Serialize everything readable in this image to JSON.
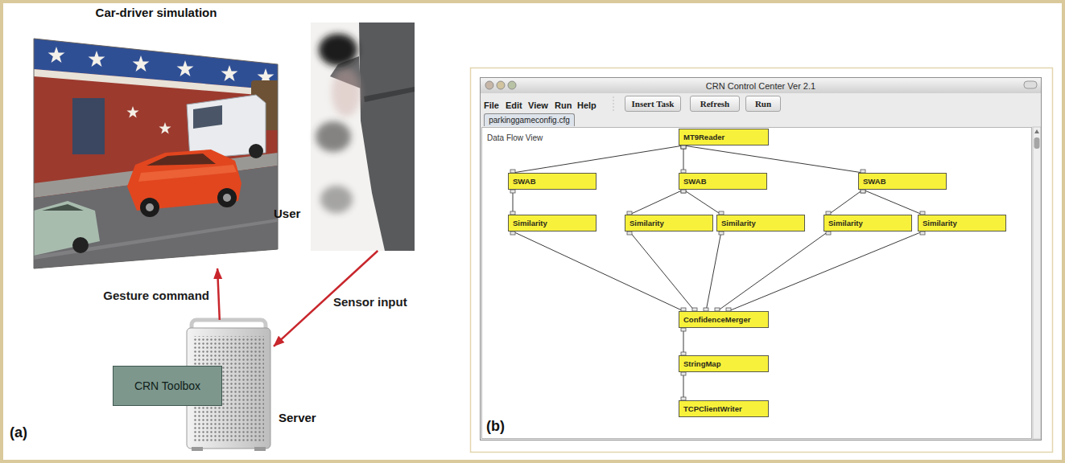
{
  "diagram": {
    "nodes": [
      {
        "text": [
          "Car-driver simulation"
        ]
      },
      {
        "text": [
          "User"
        ]
      },
      {
        "text": [
          "Server"
        ]
      },
      {
        "text": [
          "CRN Toolbox"
        ],
        "in": 2
      },
      {
        "text": [
          "CRN Control Center Ver 2.1"
        ]
      },
      {
        "text": [
          "Insert Task"
        ],
        "in": 4
      },
      {
        "text": [
          "Refresh"
        ],
        "in": 4
      },
      {
        "text": [
          "Run"
        ],
        "in": 4
      },
      {
        "text": [
          "parkinggameconfig.cfg"
        ],
        "in": 4
      },
      {
        "text": [
          "Data Flow View"
        ],
        "in": 4
      },
      {
        "text": [
          "MT9Reader"
        ],
        "in": 9
      },
      {
        "text": [
          "SWAB"
        ],
        "in": 9
      },
      {
        "text": [
          "SWAB"
        ],
        "in": 9
      },
      {
        "text": [
          "SWAB"
        ],
        "in": 9
      },
      {
        "text": [
          "Similarity"
        ],
        "in": 9
      },
      {
        "text": [
          "Similarity"
        ],
        "in": 9
      },
      {
        "text": [
          "Similarity"
        ],
        "in": 9
      },
      {
        "text": [
          "Similarity"
        ],
        "in": 9
      },
      {
        "text": [
          "Similarity"
        ],
        "in": 9
      },
      {
        "text": [
          "ConfidenceMerger"
        ],
        "in": 9
      },
      {
        "text": [
          "StringMap"
        ],
        "in": 9
      },
      {
        "text": [
          "TCPClientWriter"
        ],
        "in": 9
      }
    ],
    "edges": [
      {
        "from": 2,
        "to": 0,
        "arrow": "to",
        "label": "Gesture command"
      },
      {
        "from": 1,
        "to": 2,
        "arrow": "to",
        "label": "Sensor input"
      },
      {
        "from": 10,
        "to": 11,
        "arrow": "none"
      },
      {
        "from": 10,
        "to": 12,
        "arrow": "none"
      },
      {
        "from": 10,
        "to": 13,
        "arrow": "none"
      },
      {
        "from": 11,
        "to": 14,
        "arrow": "none"
      },
      {
        "from": 12,
        "to": 15,
        "arrow": "none"
      },
      {
        "from": 12,
        "to": 16,
        "arrow": "none"
      },
      {
        "from": 13,
        "to": 17,
        "arrow": "none"
      },
      {
        "from": 13,
        "to": 18,
        "arrow": "none"
      },
      {
        "from": 14,
        "to": 19,
        "arrow": "none"
      },
      {
        "from": 15,
        "to": 19,
        "arrow": "none"
      },
      {
        "from": 16,
        "to": 19,
        "arrow": "none"
      },
      {
        "from": 17,
        "to": 19,
        "arrow": "none"
      },
      {
        "from": 18,
        "to": 19,
        "arrow": "none"
      },
      {
        "from": 19,
        "to": 20,
        "arrow": "none"
      },
      {
        "from": 20,
        "to": 21,
        "arrow": "none"
      }
    ],
    "labels": [
      "File",
      "Edit",
      "View",
      "Run",
      "Help",
      "(a)",
      "(b)"
    ]
  }
}
